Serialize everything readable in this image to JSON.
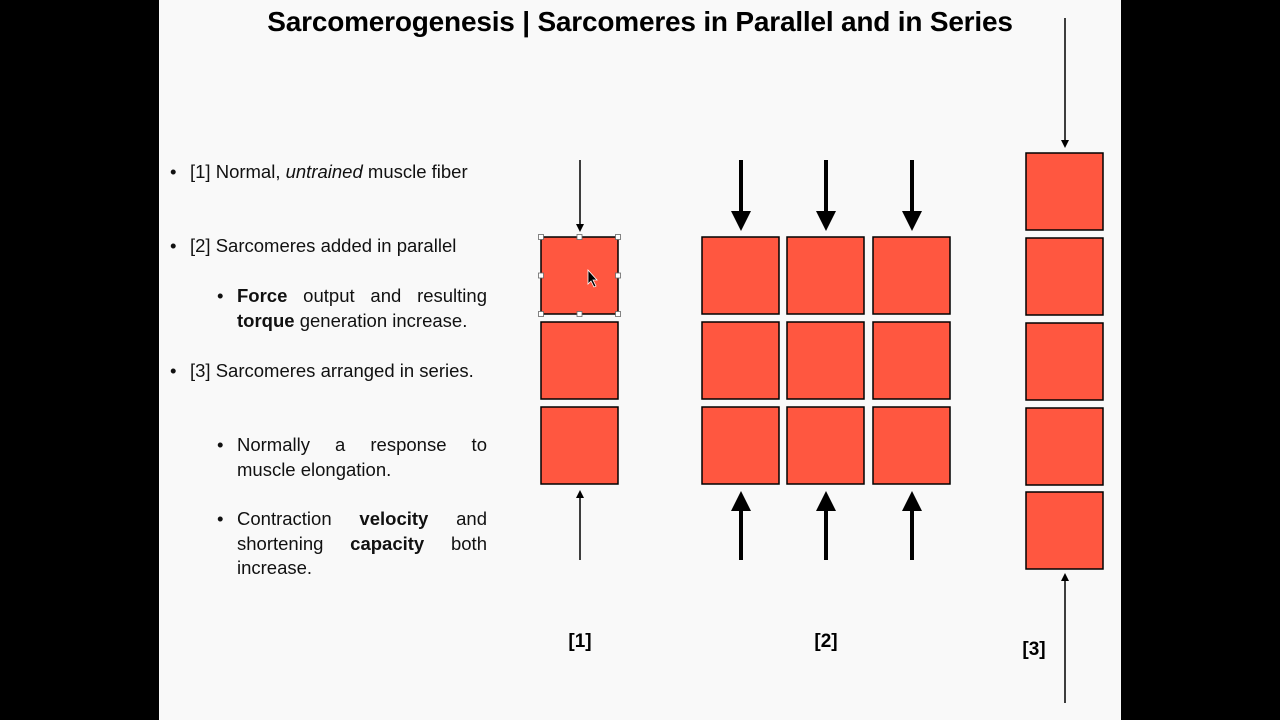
{
  "title": "Sarcomerogenesis | Sarcomeres in Parallel and in Series",
  "bullets": [
    {
      "level": 1,
      "parts": [
        {
          "t": "[1] Normal, "
        },
        {
          "t": "untrained",
          "style": "italic"
        },
        {
          "t": " muscle fiber"
        }
      ]
    },
    {
      "level": 1,
      "parts": [
        {
          "t": "[2] Sarcomeres added in parallel"
        }
      ]
    },
    {
      "level": 2,
      "parts": [
        {
          "t": "Force",
          "style": "bold"
        },
        {
          "t": " output and resulting "
        },
        {
          "t": "torque",
          "style": "bold"
        },
        {
          "t": " generation increase."
        }
      ]
    },
    {
      "level": 1,
      "parts": [
        {
          "t": "[3] Sarcomeres arranged in series."
        }
      ]
    },
    {
      "level": 2,
      "parts": [
        {
          "t": "Normally a response to muscle elongation."
        }
      ]
    },
    {
      "level": 2,
      "parts": [
        {
          "t": "Contraction "
        },
        {
          "t": "velocity",
          "style": "bold"
        },
        {
          "t": " and shortening "
        },
        {
          "t": "capacity",
          "style": "bold"
        },
        {
          "t": " both increase."
        }
      ]
    }
  ],
  "bullet_glyph": "•",
  "diagrams": [
    {
      "label": "[1]",
      "columns": 1,
      "rows": 3,
      "arrows": "thin",
      "selected_cell": [
        0,
        0
      ]
    },
    {
      "label": "[2]",
      "columns": 3,
      "rows": 3,
      "arrows": "thick"
    },
    {
      "label": "[3]",
      "columns": 1,
      "rows": 5,
      "arrows": "thin"
    }
  ],
  "colors": {
    "sarcomere_fill": "#ff5740",
    "sarcomere_stroke": "#000000",
    "arrow": "#000000",
    "slide_bg": "#f9f9f9",
    "frame_bg": "#000000"
  }
}
